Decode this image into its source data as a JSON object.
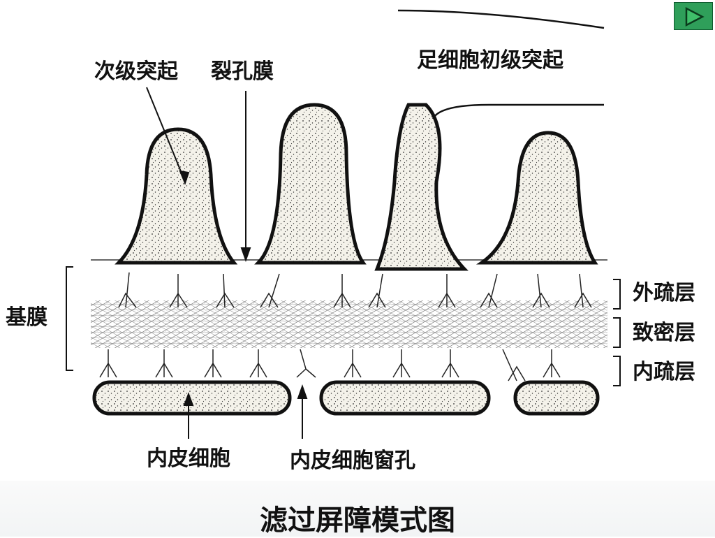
{
  "diagram": {
    "labels": {
      "secondary_process": "次级突起",
      "slit_membrane": "裂孔膜",
      "primary_process": "足细胞初级突起",
      "basement_membrane": "基膜",
      "lamina_rara_externa": "外疏层",
      "lamina_densa": "致密层",
      "lamina_rara_interna": "内疏层",
      "endothelial_cell": "内皮细胞",
      "endothelial_fenestra": "内皮细胞窗孔"
    }
  },
  "caption": "滤过屏障模式图",
  "nav": {
    "next_icon": "play-triangle-icon",
    "color": "#2f9f5a"
  }
}
